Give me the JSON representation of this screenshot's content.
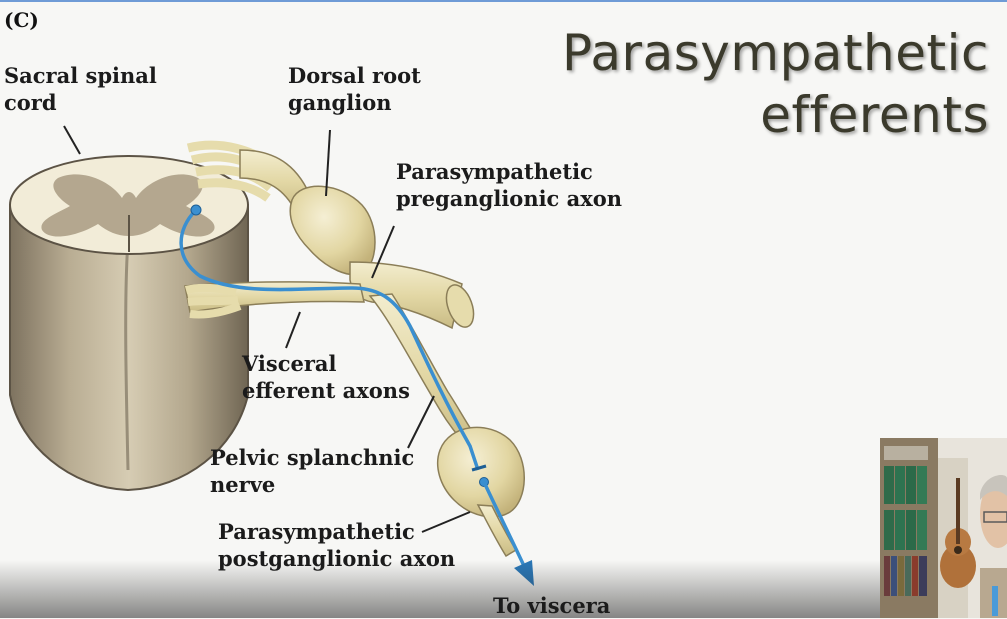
{
  "panel_label": "(C)",
  "title": {
    "line1": "Parasympathetic",
    "line2": "efferents"
  },
  "labels": {
    "sacral_spinal_cord": [
      "Sacral spinal",
      "cord"
    ],
    "dorsal_root_ganglion": [
      "Dorsal root",
      "ganglion"
    ],
    "preganglionic_axon": [
      "Parasympathetic",
      "preganglionic axon"
    ],
    "visceral_efferent_axons": [
      "Visceral",
      "efferent axons"
    ],
    "pelvic_splanchnic_nerve": [
      "Pelvic splanchnic",
      "nerve"
    ],
    "postganglionic_axon": [
      "Parasympathetic",
      "postganglionic axon"
    ],
    "to_viscera": "To viscera"
  },
  "colors": {
    "nerve": "#e3d9a8",
    "cord_outer": "#a89c82",
    "gray_matter": "#b0a38b",
    "cord_top": "#f2ecd8",
    "axon": "#3a8fd0",
    "title": "#3b3a2c"
  }
}
